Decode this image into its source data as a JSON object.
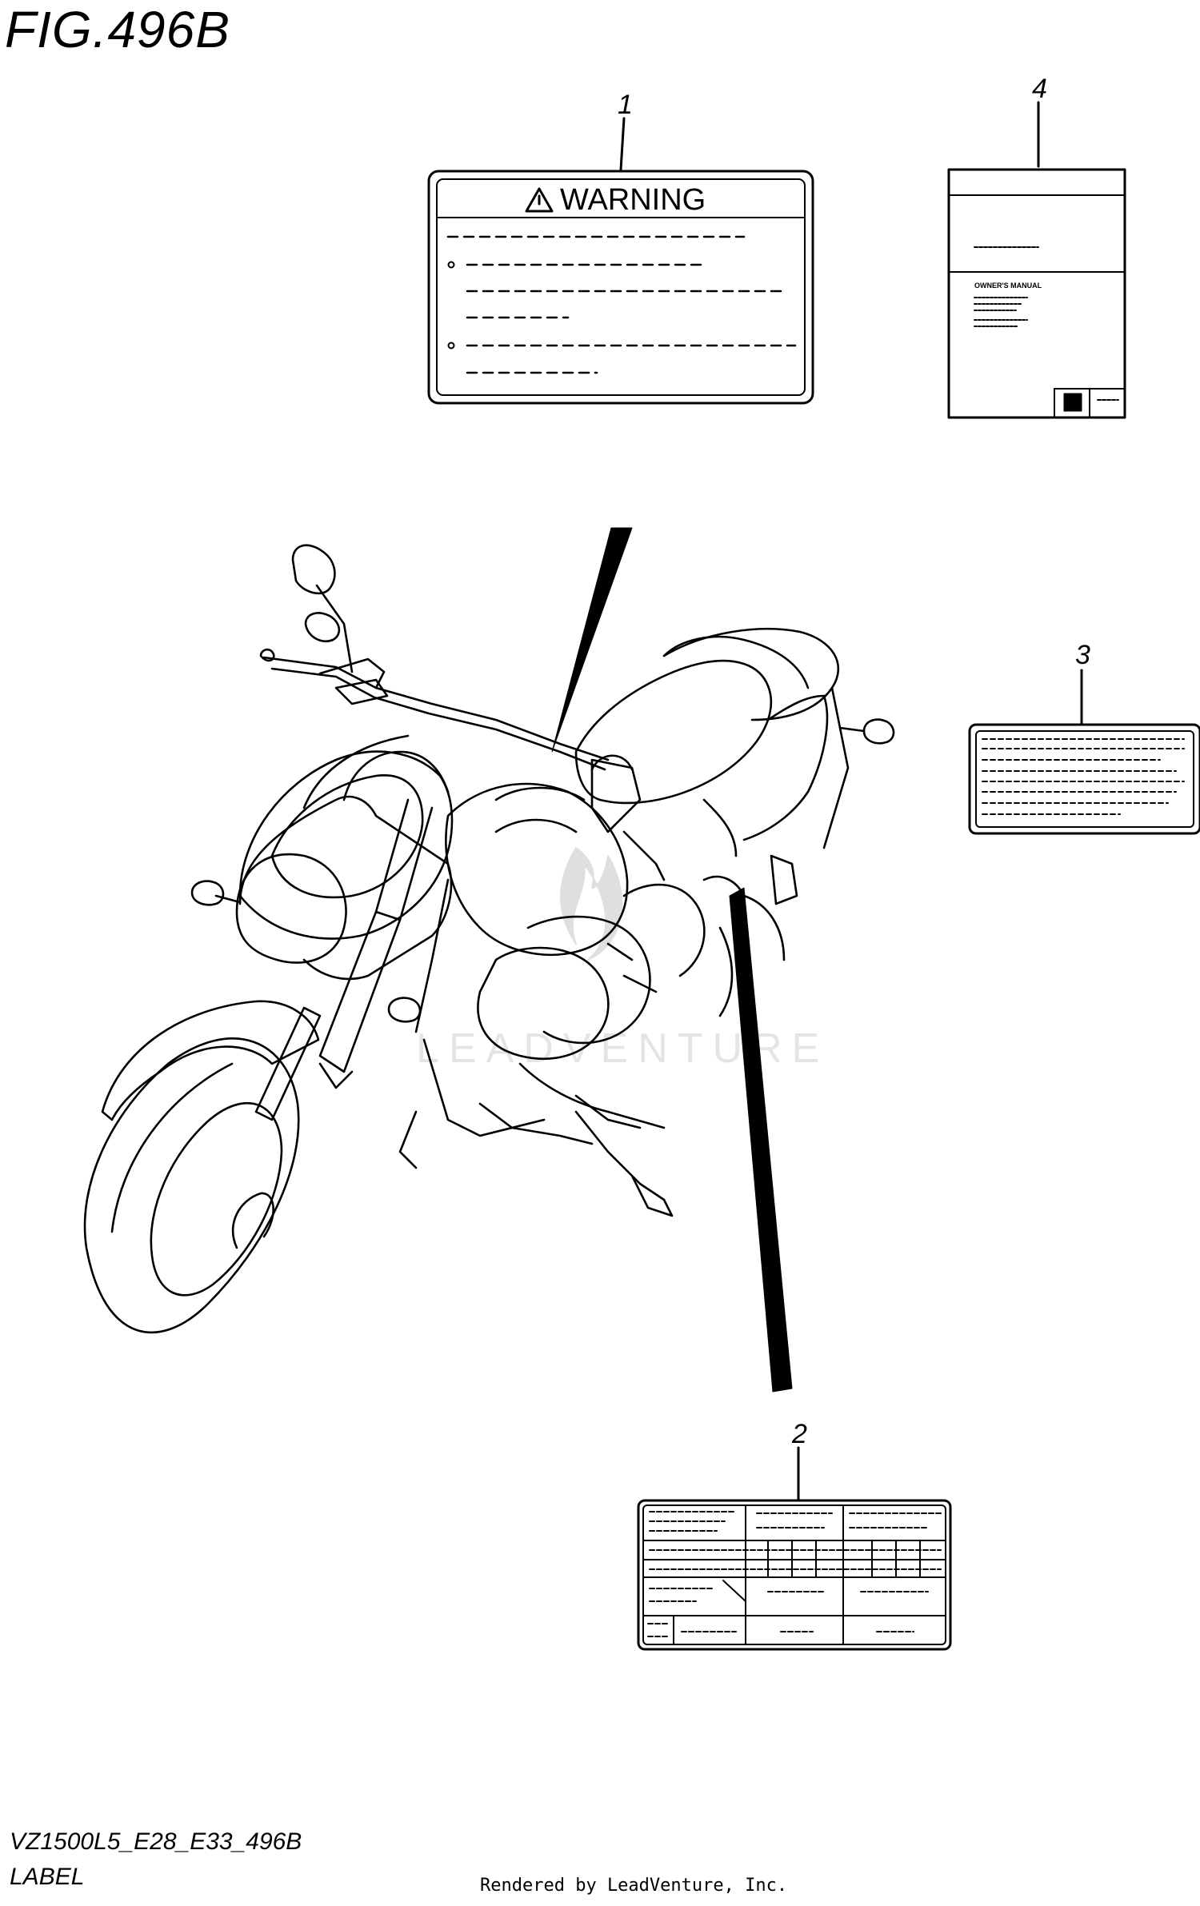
{
  "figure": {
    "title": "FIG.496B",
    "code": "VZ1500L5_E28_E33_496B",
    "name": "LABEL"
  },
  "callouts": [
    "1",
    "2",
    "3",
    "4"
  ],
  "label_1": {
    "heading": "WARNING",
    "icon": "warning-triangle-icon"
  },
  "label_4": {
    "subtitle": "OWNER'S MANUAL",
    "icon": "brand-emblem-icon"
  },
  "watermark": {
    "text": "LEADVENTURE",
    "icon": "flame-icon"
  },
  "footer": {
    "rendered_by": "Rendered by LeadVenture, Inc."
  }
}
